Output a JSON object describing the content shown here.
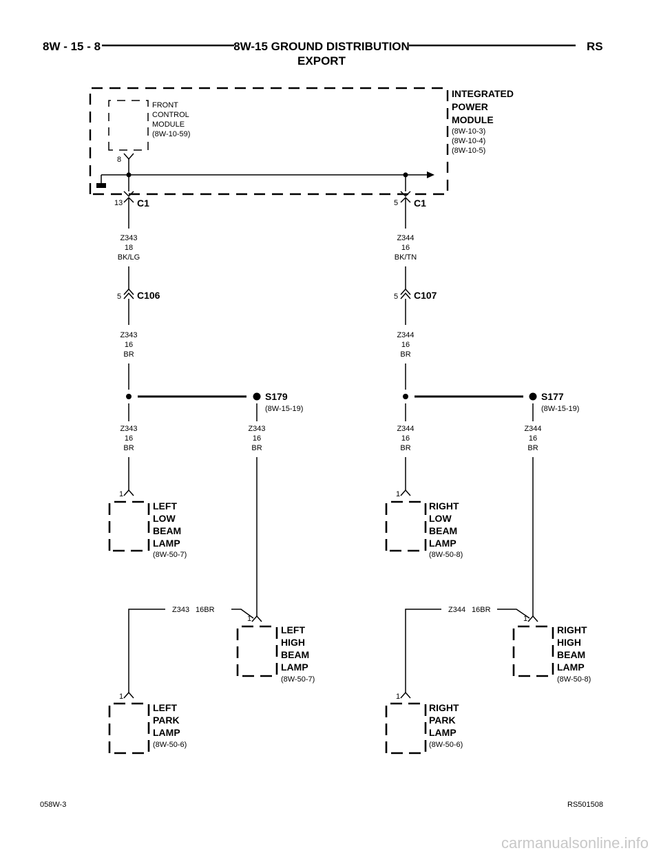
{
  "header": {
    "left": "8W - 15 - 8",
    "title_line1": "8W-15 GROUND DISTRIBUTION",
    "title_line2": "EXPORT",
    "right": "RS"
  },
  "footer": {
    "left": "058W-3",
    "right": "RS501508"
  },
  "watermark": "carmanualsonline.info",
  "ipm": {
    "name_lines": [
      "INTEGRATED",
      "POWER",
      "MODULE"
    ],
    "refs": [
      "(8W-10-3)",
      "(8W-10-4)",
      "(8W-10-5)"
    ]
  },
  "fcm": {
    "name_lines": [
      "FRONT",
      "CONTROL",
      "MODULE"
    ],
    "ref": "(8W-10-59)",
    "pin": "8"
  },
  "left_branch": {
    "c1_pin": "13",
    "c1_label": "C1",
    "wire1": [
      "Z343",
      "18",
      "BK/LG"
    ],
    "inline_pin": "5",
    "inline_label": "C106",
    "wire2": [
      "Z343",
      "16",
      "BR"
    ],
    "splice": {
      "label": "S179",
      "ref": "(8W-15-19)"
    },
    "wire3a": [
      "Z343",
      "16",
      "BR"
    ],
    "wire3b": [
      "Z343",
      "16",
      "BR"
    ],
    "low_beam": {
      "pin": "1",
      "lines": [
        "LEFT",
        "LOW",
        "BEAM",
        "LAMP"
      ],
      "ref": "(8W-50-7)"
    },
    "park_wire": {
      "circuit": "Z343",
      "gauge": "16BR"
    },
    "high_beam": {
      "pin": "1",
      "lines": [
        "LEFT",
        "HIGH",
        "BEAM",
        "LAMP"
      ],
      "ref": "(8W-50-7)"
    },
    "park": {
      "pin": "1",
      "lines": [
        "LEFT",
        "PARK",
        "LAMP"
      ],
      "ref": "(8W-50-6)"
    }
  },
  "right_branch": {
    "c1_pin": "5",
    "c1_label": "C1",
    "wire1": [
      "Z344",
      "16",
      "BK/TN"
    ],
    "inline_pin": "5",
    "inline_label": "C107",
    "wire2": [
      "Z344",
      "16",
      "BR"
    ],
    "splice": {
      "label": "S177",
      "ref": "(8W-15-19)"
    },
    "wire3a": [
      "Z344",
      "16",
      "BR"
    ],
    "wire3b": [
      "Z344",
      "16",
      "BR"
    ],
    "low_beam": {
      "pin": "1",
      "lines": [
        "RIGHT",
        "LOW",
        "BEAM",
        "LAMP"
      ],
      "ref": "(8W-50-8)"
    },
    "park_wire": {
      "circuit": "Z344",
      "gauge": "16BR"
    },
    "high_beam": {
      "pin": "1",
      "lines": [
        "RIGHT",
        "HIGH",
        "BEAM",
        "LAMP"
      ],
      "ref": "(8W-50-8)"
    },
    "park": {
      "pin": "1",
      "lines": [
        "RIGHT",
        "PARK",
        "LAMP"
      ],
      "ref": "(8W-50-6)"
    }
  }
}
